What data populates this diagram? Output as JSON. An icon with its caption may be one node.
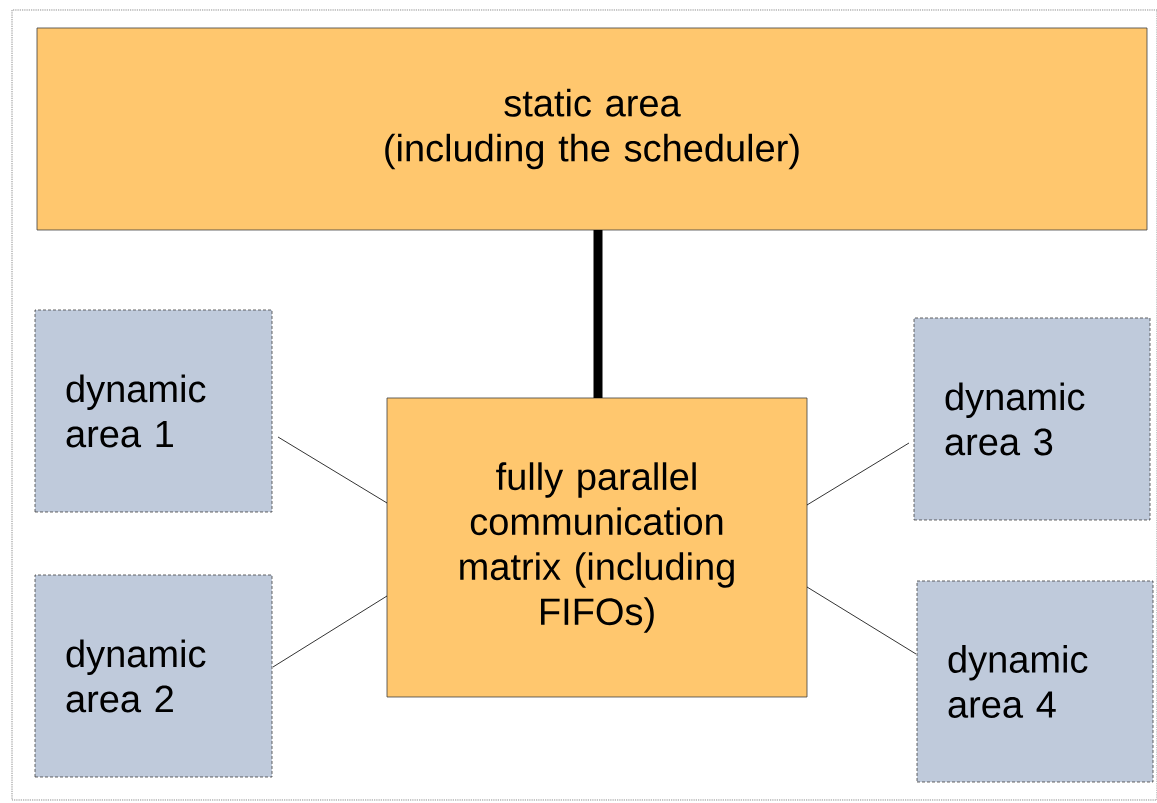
{
  "diagram": {
    "nodes": [
      {
        "text": [
          "static area",
          "(including the scheduler)"
        ]
      },
      {
        "text": [
          "dynamic area 1"
        ]
      },
      {
        "text": [
          "dynamic area 2"
        ]
      },
      {
        "text": [
          "fully parallel communication matrix (including FIFOs)"
        ]
      },
      {
        "text": [
          "dynamic area 3"
        ]
      },
      {
        "text": [
          "dynamic area 4"
        ]
      }
    ],
    "edges": [
      {
        "from": 0,
        "to": 3,
        "arrow": "none",
        "style": "thick"
      },
      {
        "from": 1,
        "to": 3,
        "arrow": "none"
      },
      {
        "from": 2,
        "to": 3,
        "arrow": "none"
      },
      {
        "from": 3,
        "to": 4,
        "arrow": "none"
      },
      {
        "from": 3,
        "to": 5,
        "arrow": "none"
      }
    ]
  }
}
